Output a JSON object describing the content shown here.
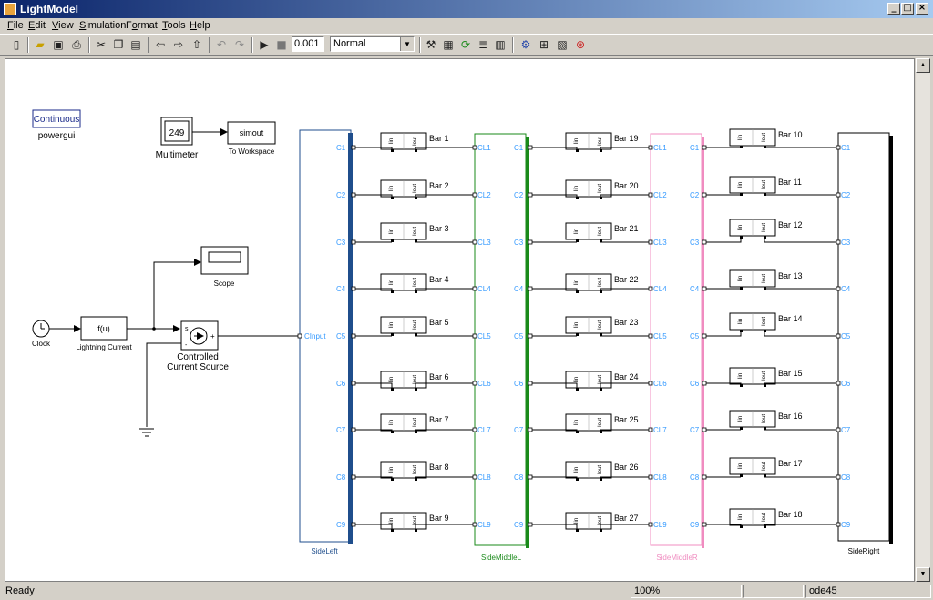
{
  "window": {
    "title": "LightModel"
  },
  "menu": [
    {
      "label": "File",
      "key": "F",
      "rest": "ile"
    },
    {
      "label": "Edit",
      "key": "E",
      "rest": "dit"
    },
    {
      "label": "View",
      "key": "V",
      "rest": "iew"
    },
    {
      "label": "Simulation",
      "key": "S",
      "rest": "imulation"
    },
    {
      "label": "Format",
      "key": "o",
      "pre": "F",
      "rest": "rmat"
    },
    {
      "label": "Tools",
      "key": "T",
      "rest": "ools"
    },
    {
      "label": "Help",
      "key": "H",
      "rest": "elp"
    }
  ],
  "toolbar": {
    "stop_time": "0.001",
    "sim_mode": "Normal",
    "buttons": [
      "new-icon",
      "open-icon",
      "save-icon",
      "print-icon",
      "cut-icon",
      "copy-icon",
      "paste-icon",
      "back-icon",
      "forward-icon",
      "up-icon",
      "undo-icon",
      "redo-icon",
      "start-icon",
      "stop-icon",
      "build-icon",
      "update-icon",
      "library-icon",
      "explorer-icon",
      "model-browser-icon",
      "debugger-icon",
      "profiler-icon",
      "help-icon",
      "target-icon"
    ]
  },
  "blocks": {
    "powergui": {
      "inner": "Continuous",
      "caption": "powergui"
    },
    "multimeter": {
      "value": "249",
      "caption": "Multimeter"
    },
    "simout": {
      "inner": "simout",
      "caption": "To Workspace"
    },
    "scope": {
      "caption": "Scope"
    },
    "clock": {
      "caption": "Clock"
    },
    "fcn": {
      "inner": "f(u)",
      "caption": "Lightning Current"
    },
    "source": {
      "caption_line1": "Controlled",
      "caption_line2": "Current Source"
    },
    "side_left": {
      "caption": "SideLeft",
      "input": "CInput",
      "ports": [
        "C1",
        "C2",
        "C3",
        "C4",
        "C5",
        "C6",
        "C7",
        "C8",
        "C9"
      ]
    },
    "side_middle_l": {
      "caption": "SideMiddleL",
      "in_ports": [
        "CL1",
        "CL2",
        "CL3",
        "CL4",
        "CL5",
        "CL6",
        "CL7",
        "CL8",
        "CL9"
      ],
      "out_ports": [
        "C1",
        "C2",
        "C3",
        "C4",
        "C5",
        "C6",
        "C7",
        "C8",
        "C9"
      ]
    },
    "side_middle_r": {
      "caption": "SideMiddleR",
      "in_ports": [
        "CL1",
        "CL2",
        "CL3",
        "CL4",
        "CL5",
        "CL6",
        "CL7",
        "CL8",
        "CL9"
      ],
      "out_ports": [
        "C1",
        "C2",
        "C3",
        "C4",
        "C5",
        "C6",
        "C7",
        "C8",
        "C9"
      ]
    },
    "side_right": {
      "caption": "SideRight",
      "ports": [
        "C1",
        "C2",
        "C3",
        "C4",
        "C5",
        "C6",
        "C7",
        "C8",
        "C9"
      ]
    },
    "bar_port_in": "Iin",
    "bar_port_out": "Iout",
    "bars_col1": [
      "Bar 1",
      "Bar 2",
      "Bar 3",
      "Bar 4",
      "Bar 5",
      "Bar 6",
      "Bar 7",
      "Bar 8",
      "Bar 9"
    ],
    "bars_col2": [
      "Bar 19",
      "Bar 20",
      "Bar 21",
      "Bar 22",
      "Bar 23",
      "Bar 24",
      "Bar 25",
      "Bar 26",
      "Bar 27"
    ],
    "bars_col3": [
      "Bar 10",
      "Bar 11",
      "Bar 12",
      "Bar 13",
      "Bar 14",
      "Bar 15",
      "Bar 16",
      "Bar 17",
      "Bar 18"
    ]
  },
  "colors": {
    "side_left": "#1f4e8c",
    "side_middle_l": "#1a8a1a",
    "side_middle_r": "#f08cc0",
    "port_text": "#3399ff"
  },
  "status": {
    "text": "Ready",
    "zoom": "100%",
    "solver": "ode45"
  }
}
